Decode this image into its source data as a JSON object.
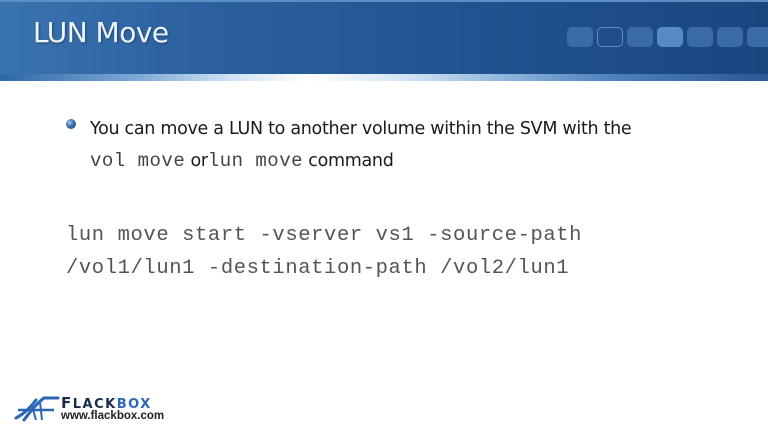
{
  "slide": {
    "title": "LUN Move",
    "nav_dots": [
      {
        "state": "normal"
      },
      {
        "state": "outlined"
      },
      {
        "state": "normal"
      },
      {
        "state": "active"
      },
      {
        "state": "normal"
      },
      {
        "state": "normal"
      },
      {
        "state": "normal"
      }
    ],
    "bullet": {
      "text_1": "You can move a LUN to another volume within the SVM with the",
      "code_1": "vol move",
      "joiner": "or",
      "code_2": "lun move",
      "text_2": "command"
    },
    "command": {
      "line_1": "lun move start -vserver vs1 -source-path",
      "line_2": "/vol1/lun1 -destination-path /vol2/lun1"
    }
  },
  "logo": {
    "name_prefix_big": "F",
    "name_prefix": "LACK",
    "name_suffix": "BOX",
    "url": "www.flackbox.com",
    "icon": "flackbox-bridge-icon"
  },
  "colors": {
    "header_start": "#3a74b0",
    "header_end": "#1a4680",
    "title_text": "#eef4fb",
    "body_text": "#1a1a1a",
    "code_text": "#555555",
    "brand_blue": "#2a66b4"
  }
}
